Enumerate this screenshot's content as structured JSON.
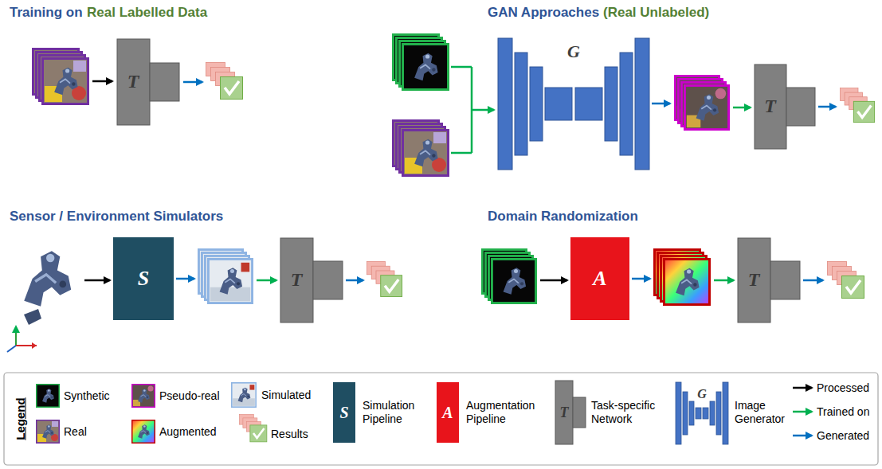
{
  "diagram": {
    "nodes": [
      {
        "text": [
          "T"
        ]
      },
      {
        "text": [
          "G"
        ]
      },
      {
        "text": [
          "T"
        ]
      },
      {
        "text": [
          "S"
        ]
      },
      {
        "text": [
          "T"
        ]
      },
      {
        "text": [
          "A"
        ]
      },
      {
        "text": [
          "T"
        ]
      }
    ],
    "labels": [
      "Training on",
      "Real Labelled Data",
      "GAN Approaches",
      "(Real Unlabeled)",
      "Sensor / Environment Simulators",
      "Domain Randomization",
      "Legend",
      "S",
      "A",
      "T",
      "G"
    ],
    "legend": [
      {
        "text": "Synthetic"
      },
      {
        "text": "Real"
      },
      {
        "text": "Pseudo-real"
      },
      {
        "text": "Augmented"
      },
      {
        "text": "Simulated"
      },
      {
        "text": "Results"
      },
      {
        "text": "Simulation Pipeline",
        "color": "#1f4e62"
      },
      {
        "text": "Augmentation Pipeline",
        "color": "#e8141b"
      },
      {
        "text": "Task-specific Network"
      },
      {
        "text": "Image Generator"
      },
      {
        "text": "Processed"
      },
      {
        "text": "Trained on"
      },
      {
        "text": "Generated"
      }
    ]
  }
}
